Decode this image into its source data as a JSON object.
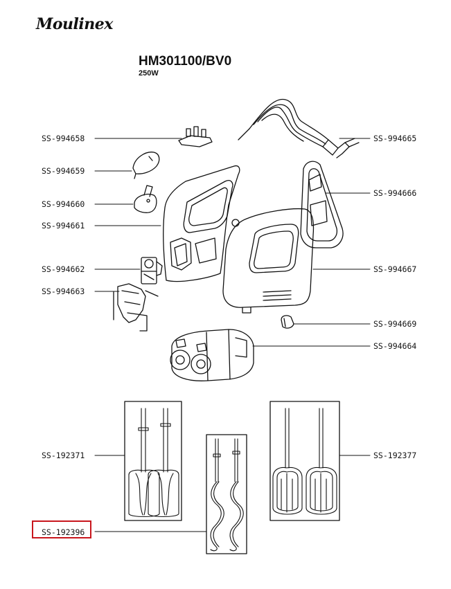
{
  "brand": "Moulinex",
  "model": "HM301100/BV0",
  "power": "250W",
  "highlight_color": "#c8161d",
  "parts": [
    {
      "code": "SS-994658",
      "side": "left"
    },
    {
      "code": "SS-994659",
      "side": "left"
    },
    {
      "code": "SS-994660",
      "side": "left"
    },
    {
      "code": "SS-994661",
      "side": "left"
    },
    {
      "code": "SS-994662",
      "side": "left"
    },
    {
      "code": "SS-994663",
      "side": "left"
    },
    {
      "code": "SS-192371",
      "side": "left"
    },
    {
      "code": "SS-192396",
      "side": "left",
      "highlighted": true
    },
    {
      "code": "SS-994665",
      "side": "right"
    },
    {
      "code": "SS-994666",
      "side": "right"
    },
    {
      "code": "SS-994667",
      "side": "right"
    },
    {
      "code": "SS-994669",
      "side": "right"
    },
    {
      "code": "SS-994664",
      "side": "right"
    },
    {
      "code": "SS-192377",
      "side": "right"
    }
  ]
}
